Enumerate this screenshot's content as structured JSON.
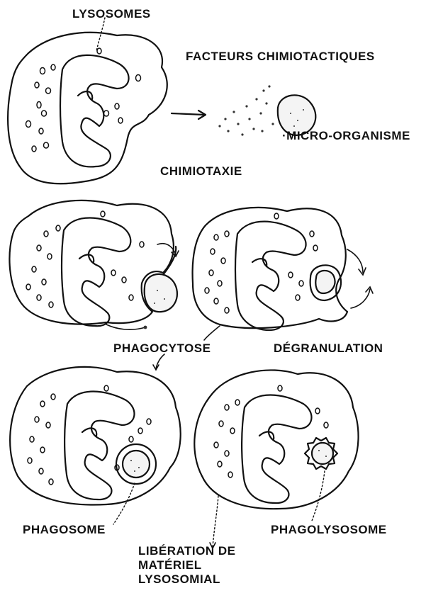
{
  "labels": {
    "lysosomes": "LYSOSOMES",
    "facteurs": "FACTEURS CHIMIOTACTIQUES",
    "micro_organisme": "·MICRO-ORGANISME",
    "chimiotaxie": "CHIMIOTAXIE",
    "phagocytose": "PHAGOCYTOSE",
    "degranulation": "DÉGRANULATION",
    "phagosome": "PHAGOSOME",
    "phagolysosome": "PHAGOLYSOSOME",
    "liberation_line1": "LIBÉRATION DE",
    "liberation_line2": "MATÉRIEL",
    "liberation_line3": "LYSOSOMIAL"
  }
}
